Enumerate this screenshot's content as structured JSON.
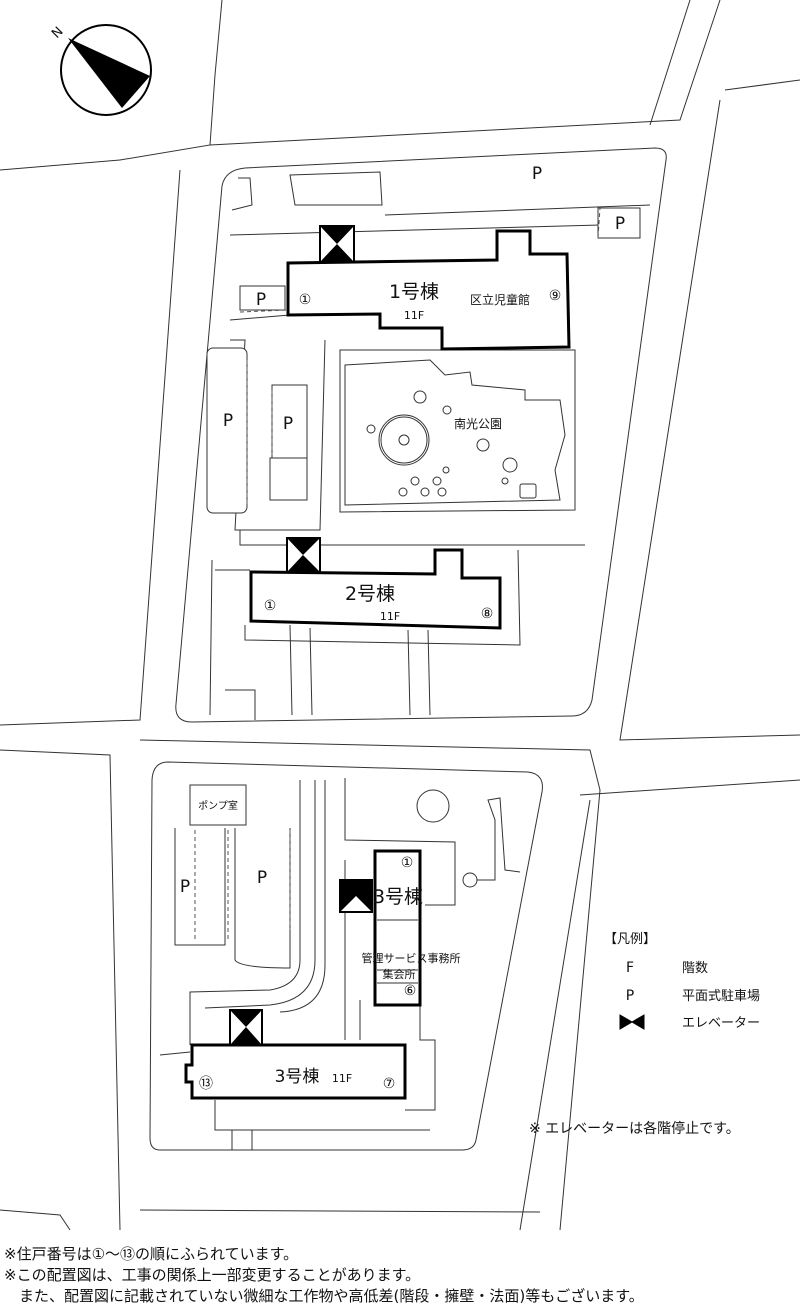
{
  "compass": {
    "label": "N"
  },
  "buildings": {
    "b1": {
      "name": "1号棟",
      "floors": "11F",
      "unit_first": "①",
      "unit_last": "⑨",
      "facility": "区立児童館"
    },
    "b2": {
      "name": "2号棟",
      "floors": "11F",
      "unit_first": "①",
      "unit_last": "⑧"
    },
    "b3n": {
      "name": "3号棟",
      "unit_first": "①",
      "unit_last": "⑥",
      "facility_1": "管理サービス事務所",
      "facility_2": "集会所"
    },
    "b3s": {
      "name": "3号棟",
      "floors": "11F",
      "unit_first": "⑬",
      "unit_last": "⑦"
    }
  },
  "park": {
    "name": "南光公園"
  },
  "pump_room": "ポンプ室",
  "parking_label": "P",
  "legend": {
    "title": "【凡例】",
    "items": [
      {
        "symbol": "F",
        "label": "階数"
      },
      {
        "symbol": "P",
        "label": "平面式駐車場"
      },
      {
        "symbol": "elevator-icon",
        "label": "エレベーター"
      }
    ]
  },
  "elevator_note": "※ エレベーターは各階停止です。",
  "notes": [
    "※住戸番号は①～⑬の順にふられています。",
    "※この配置図は、工事の関係上一部変更することがあります。",
    "　また、配置図に記載されていない微細な工作物や高低差(階段・擁壁・法面)等もございます。"
  ]
}
